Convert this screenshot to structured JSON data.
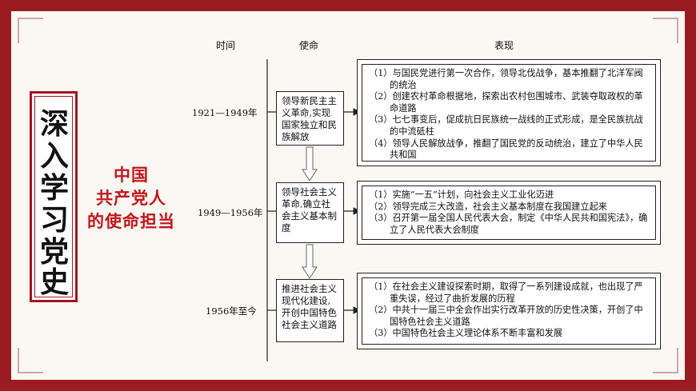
{
  "side_title": [
    "深",
    "入",
    "学",
    "习",
    "党",
    "史"
  ],
  "subtitle_lines": [
    "中国",
    "共产党人",
    "的使命担当"
  ],
  "headers": {
    "time": "时间",
    "mission": "使命",
    "performance": "表现"
  },
  "periods": [
    {
      "date": "1921—1949年",
      "mission": "领导新民主主义革命,实现国家独立和民族解放",
      "items": [
        "（1）与国民党进行第一次合作，领导北伐战争，基本推翻了北洋军阀的统治",
        "（2）创建农村革命根据地，探索出农村包围城市、武装夺取政权的革命道路",
        "（3）七七事变后，促成抗日民族统一战线的正式形成，是全民族抗战的中流砥柱",
        "（4）领导人民解放战争，推翻了国民党的反动统治，建立了中华人民共和国"
      ]
    },
    {
      "date": "1949—1956年",
      "mission": "领导社会主义革命,确立社会主义基本制度",
      "items": [
        "（1）实施“一五”计划，向社会主义工业化迈进",
        "（2）领导完成三大改造，社会主义基本制度在我国建立起来",
        "（3）召开第一届全国人民代表大会，制定《中华人民共和国宪法》，确立了人民代表大会制度"
      ]
    },
    {
      "date": "1956年至今",
      "mission": "推进社会主义现代化建设,开创中国特色社会主义道路",
      "items": [
        "（1）在社会主义建设探索时期，取得了一系列建设成就，也出现了严重失误，经过了曲折发展的历程",
        "（2）中共十一届三中全会作出实行改革开放的历史性决策，开创了中国特色社会主义道路",
        "（3）中国特色社会主义理论体系不断丰富和发展"
      ]
    }
  ]
}
